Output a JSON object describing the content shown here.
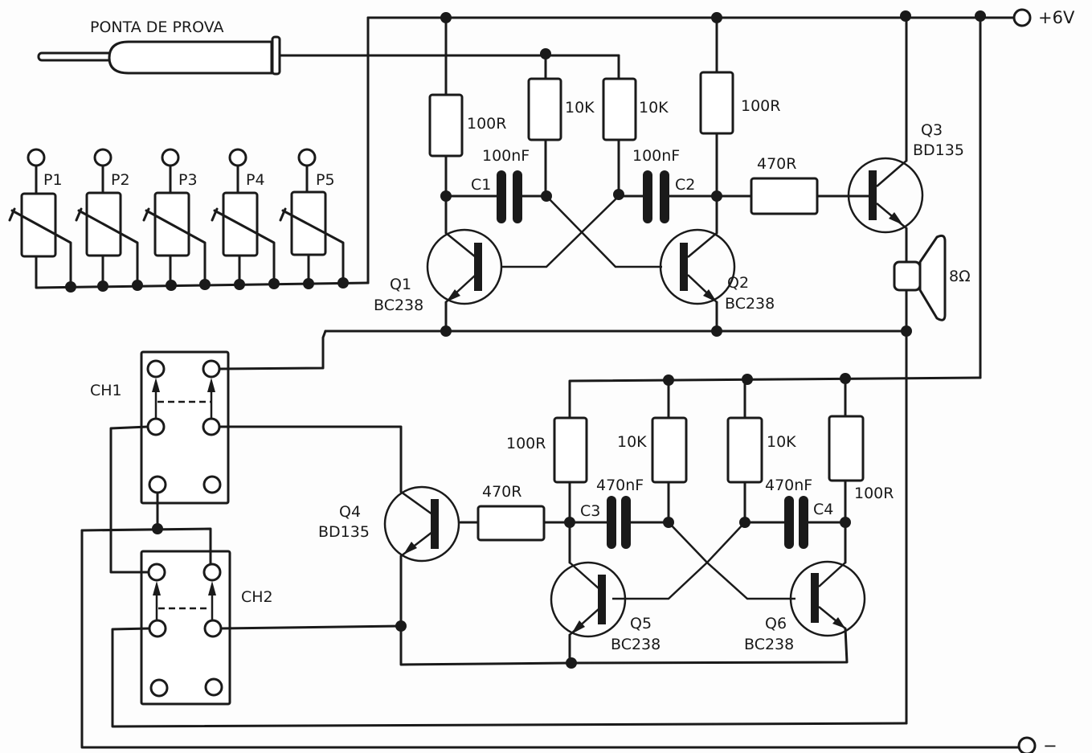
{
  "diagram": {
    "type": "electronic-schematic",
    "probe": {
      "label": "PONTA DE PROVA"
    },
    "supply": {
      "positive": "+6V",
      "negative": "−"
    },
    "potentiometers": [
      {
        "ref": "P1"
      },
      {
        "ref": "P2"
      },
      {
        "ref": "P3"
      },
      {
        "ref": "P4"
      },
      {
        "ref": "P5"
      }
    ],
    "oscillator1": {
      "r_collector_left": "100R",
      "r_base_left": "10K",
      "r_base_right": "10K",
      "r_collector_right": "100R",
      "c1": {
        "ref": "C1",
        "value": "100nF"
      },
      "c2": {
        "ref": "C2",
        "value": "100nF"
      },
      "q1": {
        "ref": "Q1",
        "part": "BC238"
      },
      "q2": {
        "ref": "Q2",
        "part": "BC238"
      }
    },
    "output_stage": {
      "r_base": "470R",
      "q3": {
        "ref": "Q3",
        "part": "BD135"
      },
      "speaker": "8Ω"
    },
    "switches": [
      {
        "ref": "CH1"
      },
      {
        "ref": "CH2"
      }
    ],
    "oscillator2": {
      "r_collector_left": "100R",
      "r_base_left": "10K",
      "r_base_right": "10K",
      "r_collector_right": "100R",
      "c3": {
        "ref": "C3",
        "value": "470nF"
      },
      "c4": {
        "ref": "C4",
        "value": "470nF"
      },
      "q5": {
        "ref": "Q5",
        "part": "BC238"
      },
      "q6": {
        "ref": "Q6",
        "part": "BC238"
      },
      "r_base_q4": "470R",
      "q4": {
        "ref": "Q4",
        "part": "BD135"
      }
    }
  }
}
